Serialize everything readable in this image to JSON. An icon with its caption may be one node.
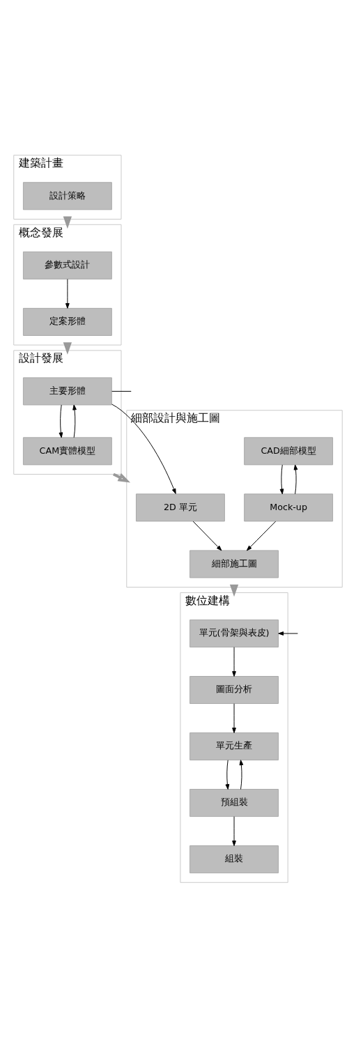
{
  "diagram": {
    "nodes": [
      {
        "text": [
          "建築計畫"
        ]
      },
      {
        "text": [
          "設計策略"
        ],
        "in": 0
      },
      {
        "text": [
          "概念發展"
        ]
      },
      {
        "text": [
          "參數式設計"
        ],
        "in": 2
      },
      {
        "text": [
          "定案形體"
        ],
        "in": 2
      },
      {
        "text": [
          "設計發展"
        ]
      },
      {
        "text": [
          "主要形體"
        ],
        "in": 5
      },
      {
        "text": [
          "CAM實體模型"
        ],
        "in": 5
      },
      {
        "text": [
          "細部設計與施工圖"
        ]
      },
      {
        "text": [
          "2D 單元"
        ],
        "in": 8
      },
      {
        "text": [
          "CAD細部模型"
        ],
        "in": 8
      },
      {
        "text": [
          "Mock-up"
        ],
        "in": 8
      },
      {
        "text": [
          "細部施工圖"
        ],
        "in": 8
      },
      {
        "text": [
          "數位建構"
        ]
      },
      {
        "text": [
          "單元(骨架與表皮)"
        ],
        "in": 13
      },
      {
        "text": [
          "圖面分析"
        ],
        "in": 13
      },
      {
        "text": [
          "單元生產"
        ],
        "in": 13
      },
      {
        "text": [
          "預組裝"
        ],
        "in": 13
      },
      {
        "text": [
          "組裝"
        ],
        "in": 13
      }
    ],
    "edges": [
      {
        "from": 0,
        "to": 2,
        "arrow": "to",
        "style": "thick",
        "color": "#999999"
      },
      {
        "from": 3,
        "to": 4,
        "arrow": "to"
      },
      {
        "from": 2,
        "to": 5,
        "arrow": "to",
        "style": "thick",
        "color": "#999999"
      },
      {
        "from": 6,
        "to": 7,
        "arrow": "to"
      },
      {
        "from": 7,
        "to": 6,
        "arrow": "to"
      },
      {
        "from": 5,
        "to": 8,
        "arrow": "to",
        "style": "thick",
        "color": "#999999"
      },
      {
        "from": 6,
        "to": 9,
        "arrow": "to"
      },
      {
        "from": 10,
        "to": 11,
        "arrow": "to"
      },
      {
        "from": 11,
        "to": 10,
        "arrow": "to"
      },
      {
        "from": 9,
        "to": 12,
        "arrow": "to"
      },
      {
        "from": 11,
        "to": 12,
        "arrow": "to"
      },
      {
        "from": 8,
        "to": 13,
        "arrow": "to",
        "style": "thick",
        "color": "#999999"
      },
      {
        "from": 14,
        "to": 15,
        "arrow": "to"
      },
      {
        "from": 15,
        "to": 16,
        "arrow": "to"
      },
      {
        "from": 16,
        "to": 17,
        "arrow": "to"
      },
      {
        "from": 17,
        "to": 16,
        "arrow": "to"
      },
      {
        "from": 17,
        "to": 18,
        "arrow": "to"
      },
      {
        "from": 6,
        "to": null,
        "arrow": "none"
      },
      {
        "from": null,
        "to": 14,
        "arrow": "to"
      }
    ]
  }
}
